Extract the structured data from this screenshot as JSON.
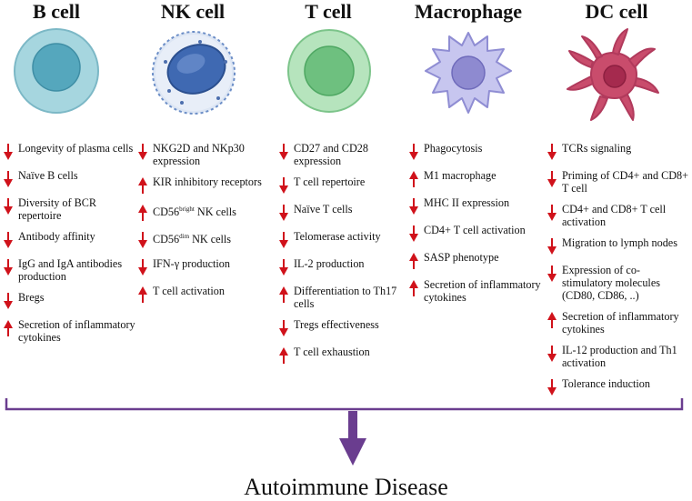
{
  "columns": [
    {
      "id": "b-cell",
      "title": "B cell",
      "items": [
        {
          "dir": "down",
          "text": "Longevity of plasma cells"
        },
        {
          "dir": "down",
          "text": "Naïve B cells"
        },
        {
          "dir": "down",
          "text": "Diversity of BCR repertoire"
        },
        {
          "dir": "down",
          "text": "Antibody affinity"
        },
        {
          "dir": "down",
          "text": "IgG and IgA antibodies production"
        },
        {
          "dir": "down",
          "text": "Bregs"
        },
        {
          "dir": "up",
          "text": "Secretion of inflammatory cytokines"
        }
      ]
    },
    {
      "id": "nk-cell",
      "title": "NK cell",
      "items": [
        {
          "dir": "down",
          "text": "NKG2D and NKp30 expression"
        },
        {
          "dir": "up",
          "text": "KIR inhibitory receptors"
        },
        {
          "dir": "up",
          "text": "CD56",
          "sup": "bright",
          "suffix": " NK cells"
        },
        {
          "dir": "down",
          "text": "CD56",
          "sup": "dim",
          "suffix": " NK cells"
        },
        {
          "dir": "down",
          "text": "IFN-γ production"
        },
        {
          "dir": "up",
          "text": "T cell activation"
        }
      ]
    },
    {
      "id": "t-cell",
      "title": "T cell",
      "items": [
        {
          "dir": "down",
          "text": "CD27 and CD28 expression"
        },
        {
          "dir": "down",
          "text": "T cell repertoire"
        },
        {
          "dir": "down",
          "text": "Naïve T cells"
        },
        {
          "dir": "down",
          "text": "Telomerase activity"
        },
        {
          "dir": "down",
          "text": "IL-2 production"
        },
        {
          "dir": "up",
          "text": "Differentiation to Th17 cells"
        },
        {
          "dir": "down",
          "text": "Tregs effectiveness"
        },
        {
          "dir": "up",
          "text": "T cell exhaustion"
        }
      ]
    },
    {
      "id": "macrophage",
      "title": "Macrophage",
      "items": [
        {
          "dir": "down",
          "text": "Phagocytosis"
        },
        {
          "dir": "up",
          "text": "M1 macrophage"
        },
        {
          "dir": "down",
          "text": "MHC II expression"
        },
        {
          "dir": "down",
          "text": "CD4+ T cell activation"
        },
        {
          "dir": "up",
          "text": "SASP phenotype"
        },
        {
          "dir": "up",
          "text": "Secretion of inflammatory cytokines"
        }
      ]
    },
    {
      "id": "dc-cell",
      "title": "DC cell",
      "items": [
        {
          "dir": "down",
          "text": "TCRs signaling"
        },
        {
          "dir": "down",
          "text": "Priming of CD4+ and CD8+ T cell"
        },
        {
          "dir": "down",
          "text": "CD4+ and CD8+ T cell activation"
        },
        {
          "dir": "down",
          "text": "Migration to lymph nodes"
        },
        {
          "dir": "down",
          "text": "Expression of co-stimulatory molecules (CD80, CD86, ..)"
        },
        {
          "dir": "up",
          "text": "Secretion of inflammatory cytokines"
        },
        {
          "dir": "down",
          "text": "IL-12 production and Th1 activation"
        },
        {
          "dir": "down",
          "text": "Tolerance induction"
        }
      ]
    }
  ],
  "conclusion": "Autoimmune Disease",
  "colors": {
    "arrow": "#d0121b",
    "bracket": "#6a3d8f",
    "b_cell": "#a7d7e0",
    "nk_cell": "#4f74b8",
    "t_cell": "#8fd49a",
    "macrophage": "#b9b7e8",
    "dc_cell": "#c84b6a"
  }
}
